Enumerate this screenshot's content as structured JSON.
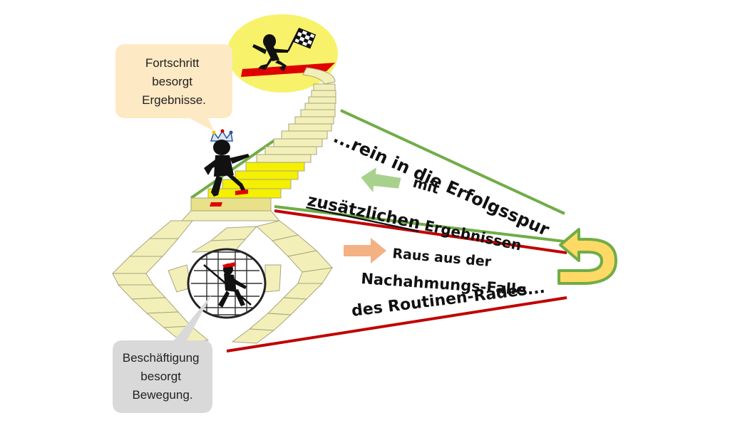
{
  "bubbles": {
    "top": {
      "lines": [
        "Fortschritt",
        "besorgt",
        "Ergebnisse."
      ],
      "color": "#fde9c4"
    },
    "bottom": {
      "lines": [
        "Beschäftigung",
        "besorgt",
        "Bewegung."
      ],
      "color": "#d9d9d9"
    }
  },
  "upper_message": {
    "line1": "...rein in die Erfolgsspur",
    "line2": "mit",
    "line3_emphasis": "zusätzlichen",
    "line3_rest": "Ergebnissen"
  },
  "lower_message": {
    "line1": "Raus aus der",
    "line2": "Nachahmungs-Falle",
    "line3": "des Routinen-Rades..."
  },
  "colors": {
    "success_lane": "#70ad47",
    "trap_lane": "#c00000",
    "steps": "#f2f0b8",
    "highlight_steps": "#f4f000",
    "finish_circle": "#f7f26a",
    "carpet": "#e00000",
    "arrow_green": "#a9d18e",
    "arrow_orange": "#f4b183",
    "u_turn_fill": "#ffd966",
    "u_turn_stroke": "#70ad47"
  },
  "icons": [
    "checkered-flag-icon",
    "crown-icon",
    "hamster-wheel-icon",
    "u-turn-arrow-icon"
  ]
}
